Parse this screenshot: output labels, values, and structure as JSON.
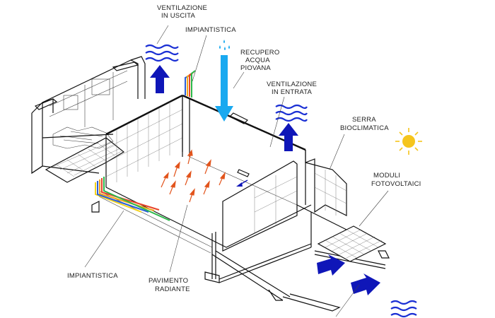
{
  "labels": {
    "ventilazione_uscita": [
      "VENTILAZIONE",
      "IN USCITA"
    ],
    "impiantistica_top": "IMPIANTISTICA",
    "recupero": [
      "RECUPERO",
      "ACQUA",
      "PIOVANA"
    ],
    "ventilazione_entrata": [
      "VENTILAZIONE",
      "IN ENTRATA"
    ],
    "serra": [
      "SERRA",
      "BIOCLIMATICA"
    ],
    "moduli": [
      "MODULI",
      "FOTOVOLTAICI"
    ],
    "impiantistica_bottom": "IMPIANTISTICA",
    "pavimento": [
      "PAVIMENTO",
      "RADIANTE"
    ]
  },
  "colors": {
    "air_arrow": "#0f16b8",
    "wind_waves": "#1a2fd4",
    "water": "#19a9f0",
    "sun": "#f5c51c",
    "heat_arrows": "#e2541c",
    "pipes": [
      "#2a5fd8",
      "#f0a51c",
      "#e8452a",
      "#2cb84a",
      "#f3d21c"
    ]
  }
}
